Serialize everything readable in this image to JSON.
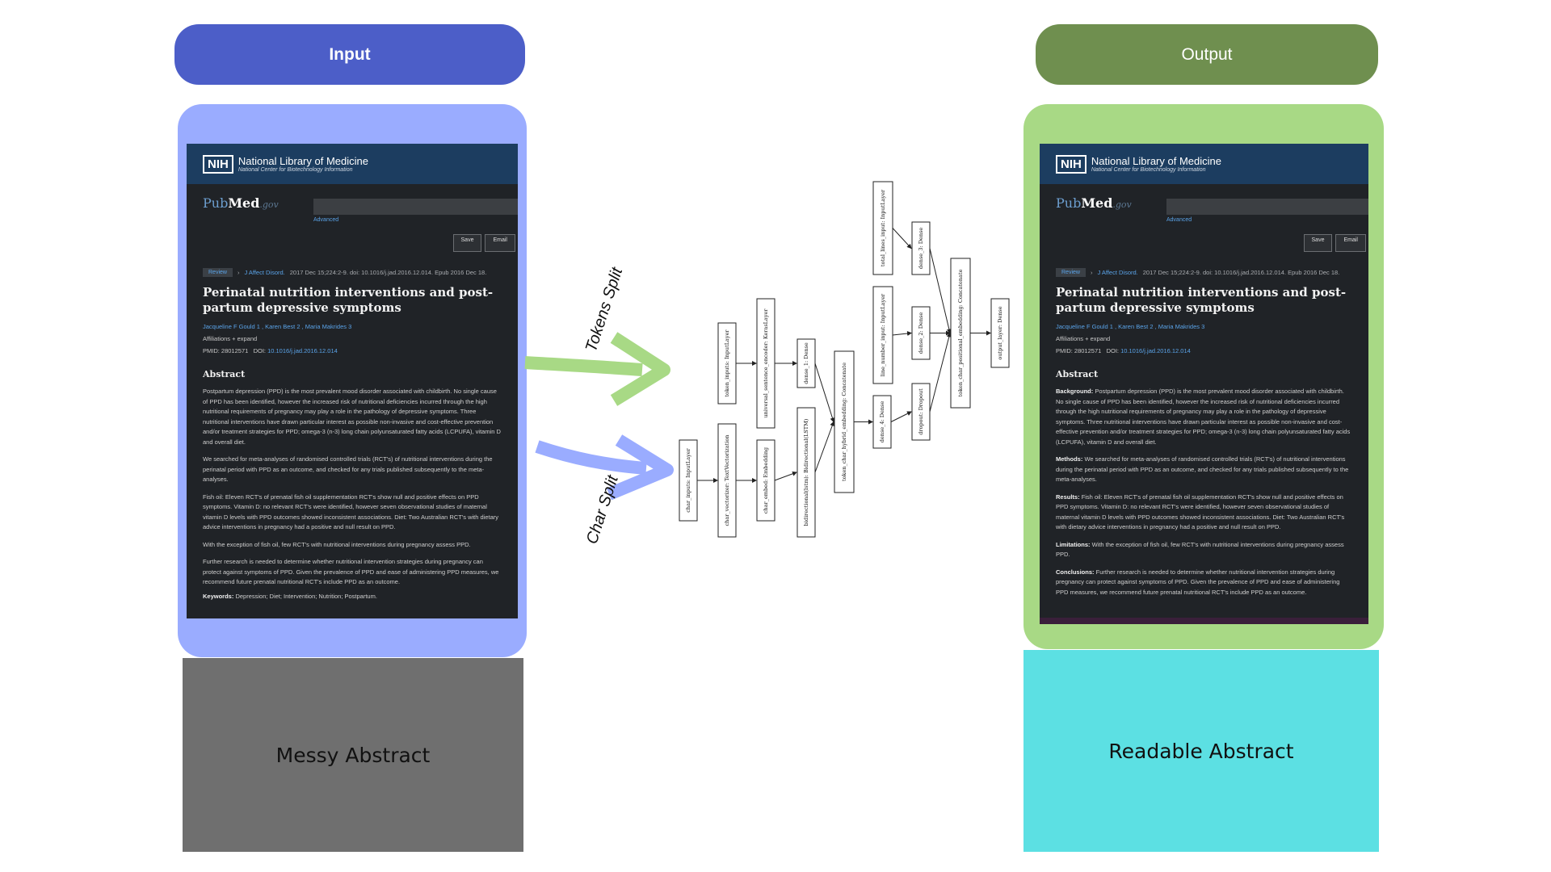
{
  "input": {
    "header_label": "Input",
    "caption": "Messy Abstract",
    "colors": {
      "pill": "#4c5ec8",
      "frame": "#9aacff",
      "caption_box": "#6f6f6f"
    }
  },
  "output": {
    "header_label": "Output",
    "caption": "Readable Abstract",
    "colors": {
      "pill": "#6f8f4f",
      "frame": "#a8d985",
      "caption_box": "#5ce0e3"
    }
  },
  "arrows": {
    "tokens_label": "Tokens Split",
    "char_label": "Char Split",
    "tokens_color": "#a8d985",
    "char_color": "#9aacff"
  },
  "pubmed": {
    "nih": "NIH",
    "org": "National Library of Medicine",
    "org_sub": "National Center for Biotechnology Information",
    "logo_pub": "Pub",
    "logo_med": "Med",
    "logo_gov": ".gov",
    "advanced": "Advanced",
    "save": "Save",
    "email": "Email",
    "badge": "Review",
    "journal": "J Affect Disord.",
    "citation": "2017 Dec 15;224:2-9. doi: 10.1016/j.jad.2016.12.014. Epub 2016 Dec 18.",
    "title": "Perinatal nutrition interventions and post-partum depressive symptoms",
    "authors": "Jacqueline F Gould 1 , Karen Best 2 , Maria Makrides 3",
    "affiliations": "Affiliations  + expand",
    "pmid": "PMID: 28012571",
    "doi_label": "DOI:",
    "doi": "10.1016/j.jad.2016.12.014",
    "abstract_heading": "Abstract",
    "messy_paragraphs": [
      "Postpartum depression (PPD) is the most prevalent mood disorder associated with childbirth. No single cause of PPD has been identified, however the increased risk of nutritional deficiencies incurred through the high nutritional requirements of pregnancy may play a role in the pathology of depressive symptoms. Three nutritional interventions have drawn particular interest as possible non-invasive and cost-effective prevention and/or treatment strategies for PPD; omega-3 (n-3) long chain polyunsaturated fatty acids (LCPUFA), vitamin D and overall diet.",
      "We searched for meta-analyses of randomised controlled trials (RCT's) of nutritional interventions during the perinatal period with PPD as an outcome, and checked for any trials published subsequently to the meta-analyses.",
      "Fish oil: Eleven RCT's of prenatal fish oil supplementation RCT's show null and positive effects on PPD symptoms. Vitamin D: no relevant RCT's were identified, however seven observational studies of maternal vitamin D levels with PPD outcomes showed inconsistent associations. Diet: Two Australian RCT's with dietary advice interventions in pregnancy had a positive and null result on PPD.",
      "With the exception of fish oil, few RCT's with nutritional interventions during pregnancy assess PPD.",
      "Further research is needed to determine whether nutritional intervention strategies during pregnancy can protect against symptoms of PPD. Given the prevalence of PPD and ease of administering PPD measures, we recommend future prenatal nutritional RCT's include PPD as an outcome."
    ],
    "keywords_label": "Keywords:",
    "keywords": "Depression; Diet; Intervention; Nutrition; Postpartum.",
    "readable_sections": [
      {
        "label": "Background:",
        "text": "Postpartum depression (PPD) is the most prevalent mood disorder associated with childbirth. No single cause of PPD has been identified, however the increased risk of nutritional deficiencies incurred through the high nutritional requirements of pregnancy may play a role in the pathology of depressive symptoms. Three nutritional interventions have drawn particular interest as possible non-invasive and cost-effective prevention and/or treatment strategies for PPD; omega-3 (n-3) long chain polyunsaturated fatty acids (LCPUFA), vitamin D and overall diet."
      },
      {
        "label": "Methods:",
        "text": "We searched for meta-analyses of randomised controlled trials (RCT's) of nutritional interventions during the perinatal period with PPD as an outcome, and checked for any trials published subsequently to the meta-analyses."
      },
      {
        "label": "Results:",
        "text": "Fish oil: Eleven RCT's of prenatal fish oil supplementation RCT's show null and positive effects on PPD symptoms. Vitamin D: no relevant RCT's were identified, however seven observational studies of maternal vitamin D levels with PPD outcomes showed inconsistent associations. Diet: Two Australian RCT's with dietary advice interventions in pregnancy had a positive and null result on PPD."
      },
      {
        "label": "Limitations:",
        "text": "With the exception of fish oil, few RCT's with nutritional interventions during pregnancy assess PPD."
      },
      {
        "label": "Conclusions:",
        "text": "Further research is needed to determine whether nutritional intervention strategies during pregnancy can protect against symptoms of PPD. Given the prevalence of PPD and ease of administering PPD measures, we recommend future prenatal nutritional RCT's include PPD as an outcome."
      }
    ]
  },
  "model_graph": {
    "nodes": [
      {
        "id": "char_inputs",
        "label": "char_inputs: InputLayer"
      },
      {
        "id": "char_vectorizer",
        "label": "char_vectorizer: TextVectorization"
      },
      {
        "id": "char_embed",
        "label": "char_embed: Embedding"
      },
      {
        "id": "bilstm",
        "label": "bidirectional(lstm): Bidirectional(LSTM)"
      },
      {
        "id": "token_inputs",
        "label": "token_inputs: InputLayer"
      },
      {
        "id": "use",
        "label": "universal_sentence_encoder: KerasLayer"
      },
      {
        "id": "dense_1",
        "label": "dense_1: Dense"
      },
      {
        "id": "hybrid",
        "label": "token_char_hybrid_embedding: Concatenate"
      },
      {
        "id": "dense_4",
        "label": "dense_4: Dense"
      },
      {
        "id": "total_lines",
        "label": "total_lines_input: InputLayer"
      },
      {
        "id": "line_number",
        "label": "line_number_input: InputLayer"
      },
      {
        "id": "dense_3",
        "label": "dense_3: Dense"
      },
      {
        "id": "dense_2",
        "label": "dense_2: Dense"
      },
      {
        "id": "dropout",
        "label": "dropout: Dropout"
      },
      {
        "id": "positional",
        "label": "token_char_positional_embedding: Concatenate"
      },
      {
        "id": "output_layer",
        "label": "output_layer: Dense"
      }
    ],
    "edges": [
      [
        "char_inputs",
        "char_vectorizer"
      ],
      [
        "char_vectorizer",
        "char_embed"
      ],
      [
        "char_embed",
        "bilstm"
      ],
      [
        "token_inputs",
        "use"
      ],
      [
        "use",
        "dense_1"
      ],
      [
        "dense_1",
        "hybrid"
      ],
      [
        "bilstm",
        "hybrid"
      ],
      [
        "hybrid",
        "dense_4"
      ],
      [
        "dense_4",
        "dropout"
      ],
      [
        "total_lines",
        "dense_3"
      ],
      [
        "line_number",
        "dense_2"
      ],
      [
        "dense_3",
        "positional"
      ],
      [
        "dense_2",
        "positional"
      ],
      [
        "dropout",
        "positional"
      ],
      [
        "positional",
        "output_layer"
      ]
    ]
  }
}
